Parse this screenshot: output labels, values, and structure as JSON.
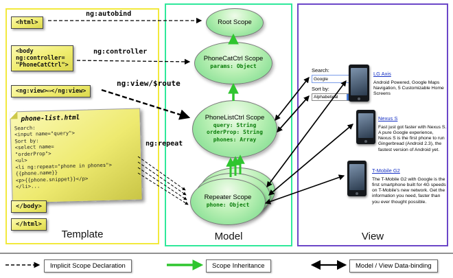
{
  "template": {
    "label": "Template",
    "tag_html_open": "<html>",
    "tag_body_open": "<body\nng:controller=\n\"PhoneCatCtrl\">",
    "tag_ng_view": "<ng:view>▭</ng:view>",
    "tag_body_close": "</body>",
    "tag_html_close": "</html>",
    "note_title": "phone-list.html",
    "note_lines": [
      "Search:",
      "<input name=\"query\">",
      "Sort by:",
      "<select name=",
      "\"orderProp\">",
      "<ul>",
      "<li ng:repeat=\"phone in phones\">",
      "{{phone.name}}",
      "<p>{{phone.snippet}}</p>",
      "</li>..."
    ]
  },
  "model": {
    "label": "Model",
    "root_scope": {
      "title": "Root Scope"
    },
    "phonecat_scope": {
      "title": "PhoneCatCtrl Scope",
      "prop1": "params: Object"
    },
    "phonelist_scope": {
      "title": "PhoneListCtrl Scope",
      "prop1": "query: String",
      "prop2": "orderProp: String",
      "prop3": "phones: Array"
    },
    "repeater_scope": {
      "title": "Repeater Scope",
      "prop1": "phone: Object"
    }
  },
  "view": {
    "label": "View",
    "search_label": "Search:",
    "search_value": "Google",
    "sort_label": "Sort by:",
    "sort_value": "Alphabetical",
    "sort_arrow": "▼",
    "phones": [
      {
        "name": "LG Axis",
        "desc": "Android Powered, Google Maps Navigation, 5 Customizable Home Screens"
      },
      {
        "name": "Nexus S",
        "desc": "Fast just got faster with Nexus S. A pure Google experience, Nexus S is the first phone to run Gingerbread (Android 2.3), the fastest version of Android yet."
      },
      {
        "name": "T-Mobile G2",
        "desc": "The T-Mobile G2 with Google is the first smartphone built for 4G speeds on T-Mobile's new network. Get the information you need, faster than you ever thought possible."
      }
    ]
  },
  "arrow_labels": {
    "autobind": "ng:autobind",
    "controller": "ng:controller",
    "view_route": "ng:view/$route",
    "repeat": "ng:repeat"
  },
  "legend": {
    "implicit": "Implicit Scope Declaration",
    "inheritance": "Scope Inheritance",
    "binding": "Model / View Data-binding"
  },
  "colors": {
    "template_border": "#f2e93c",
    "model_border": "#2ee89a",
    "view_border": "#6b46c8",
    "inheritance_green": "#2fc52f"
  }
}
